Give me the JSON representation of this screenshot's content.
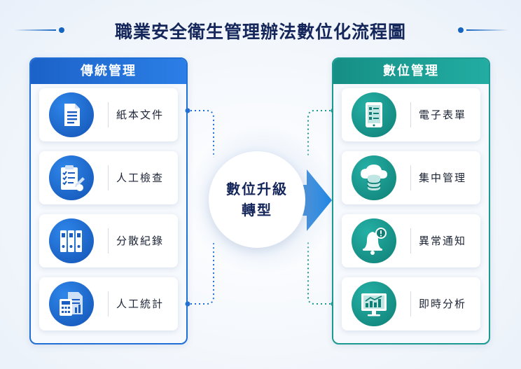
{
  "title": "職業安全衛生管理辦法數位化流程圖",
  "left_panel": {
    "header": "傳統管理",
    "items": [
      {
        "label": "紙本文件",
        "icon": "paper-document-icon"
      },
      {
        "label": "人工檢查",
        "icon": "clipboard-checklist-icon"
      },
      {
        "label": "分散紀錄",
        "icon": "binders-icon"
      },
      {
        "label": "人工統計",
        "icon": "calculator-document-icon"
      }
    ]
  },
  "center": {
    "line1": "數位升級",
    "line2": "轉型"
  },
  "right_panel": {
    "header": "數位管理",
    "items": [
      {
        "label": "電子表單",
        "icon": "tablet-form-icon"
      },
      {
        "label": "集中管理",
        "icon": "cloud-database-icon"
      },
      {
        "label": "異常通知",
        "icon": "alert-bell-icon"
      },
      {
        "label": "即時分析",
        "icon": "monitor-chart-icon"
      }
    ]
  },
  "colors": {
    "title": "#14265a",
    "left_accent": "#1f6fd6",
    "right_accent": "#1a9a90",
    "arrow": "#1565c0"
  }
}
